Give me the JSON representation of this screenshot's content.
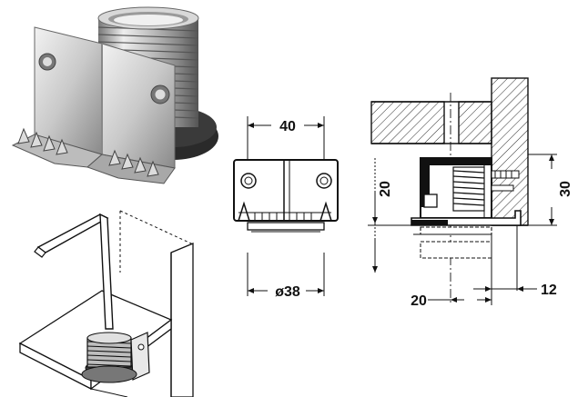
{
  "dimensions": {
    "front_width": "40",
    "base_diameter": "ø38",
    "height_left": "20",
    "height_right": "30",
    "offset_bottom": "20",
    "offset_right": "12"
  },
  "colors": {
    "line": "#111111",
    "metal_light": "#e6e6e6",
    "metal_mid": "#b5b5b5",
    "metal_dark": "#6e6e6e",
    "base_dark": "#2a2a2a",
    "hatch": "#111111",
    "background": "#ffffff"
  },
  "icons": [
    "hex-key-icon",
    "leveling-foot-icon",
    "cabinet-corner-icon"
  ]
}
